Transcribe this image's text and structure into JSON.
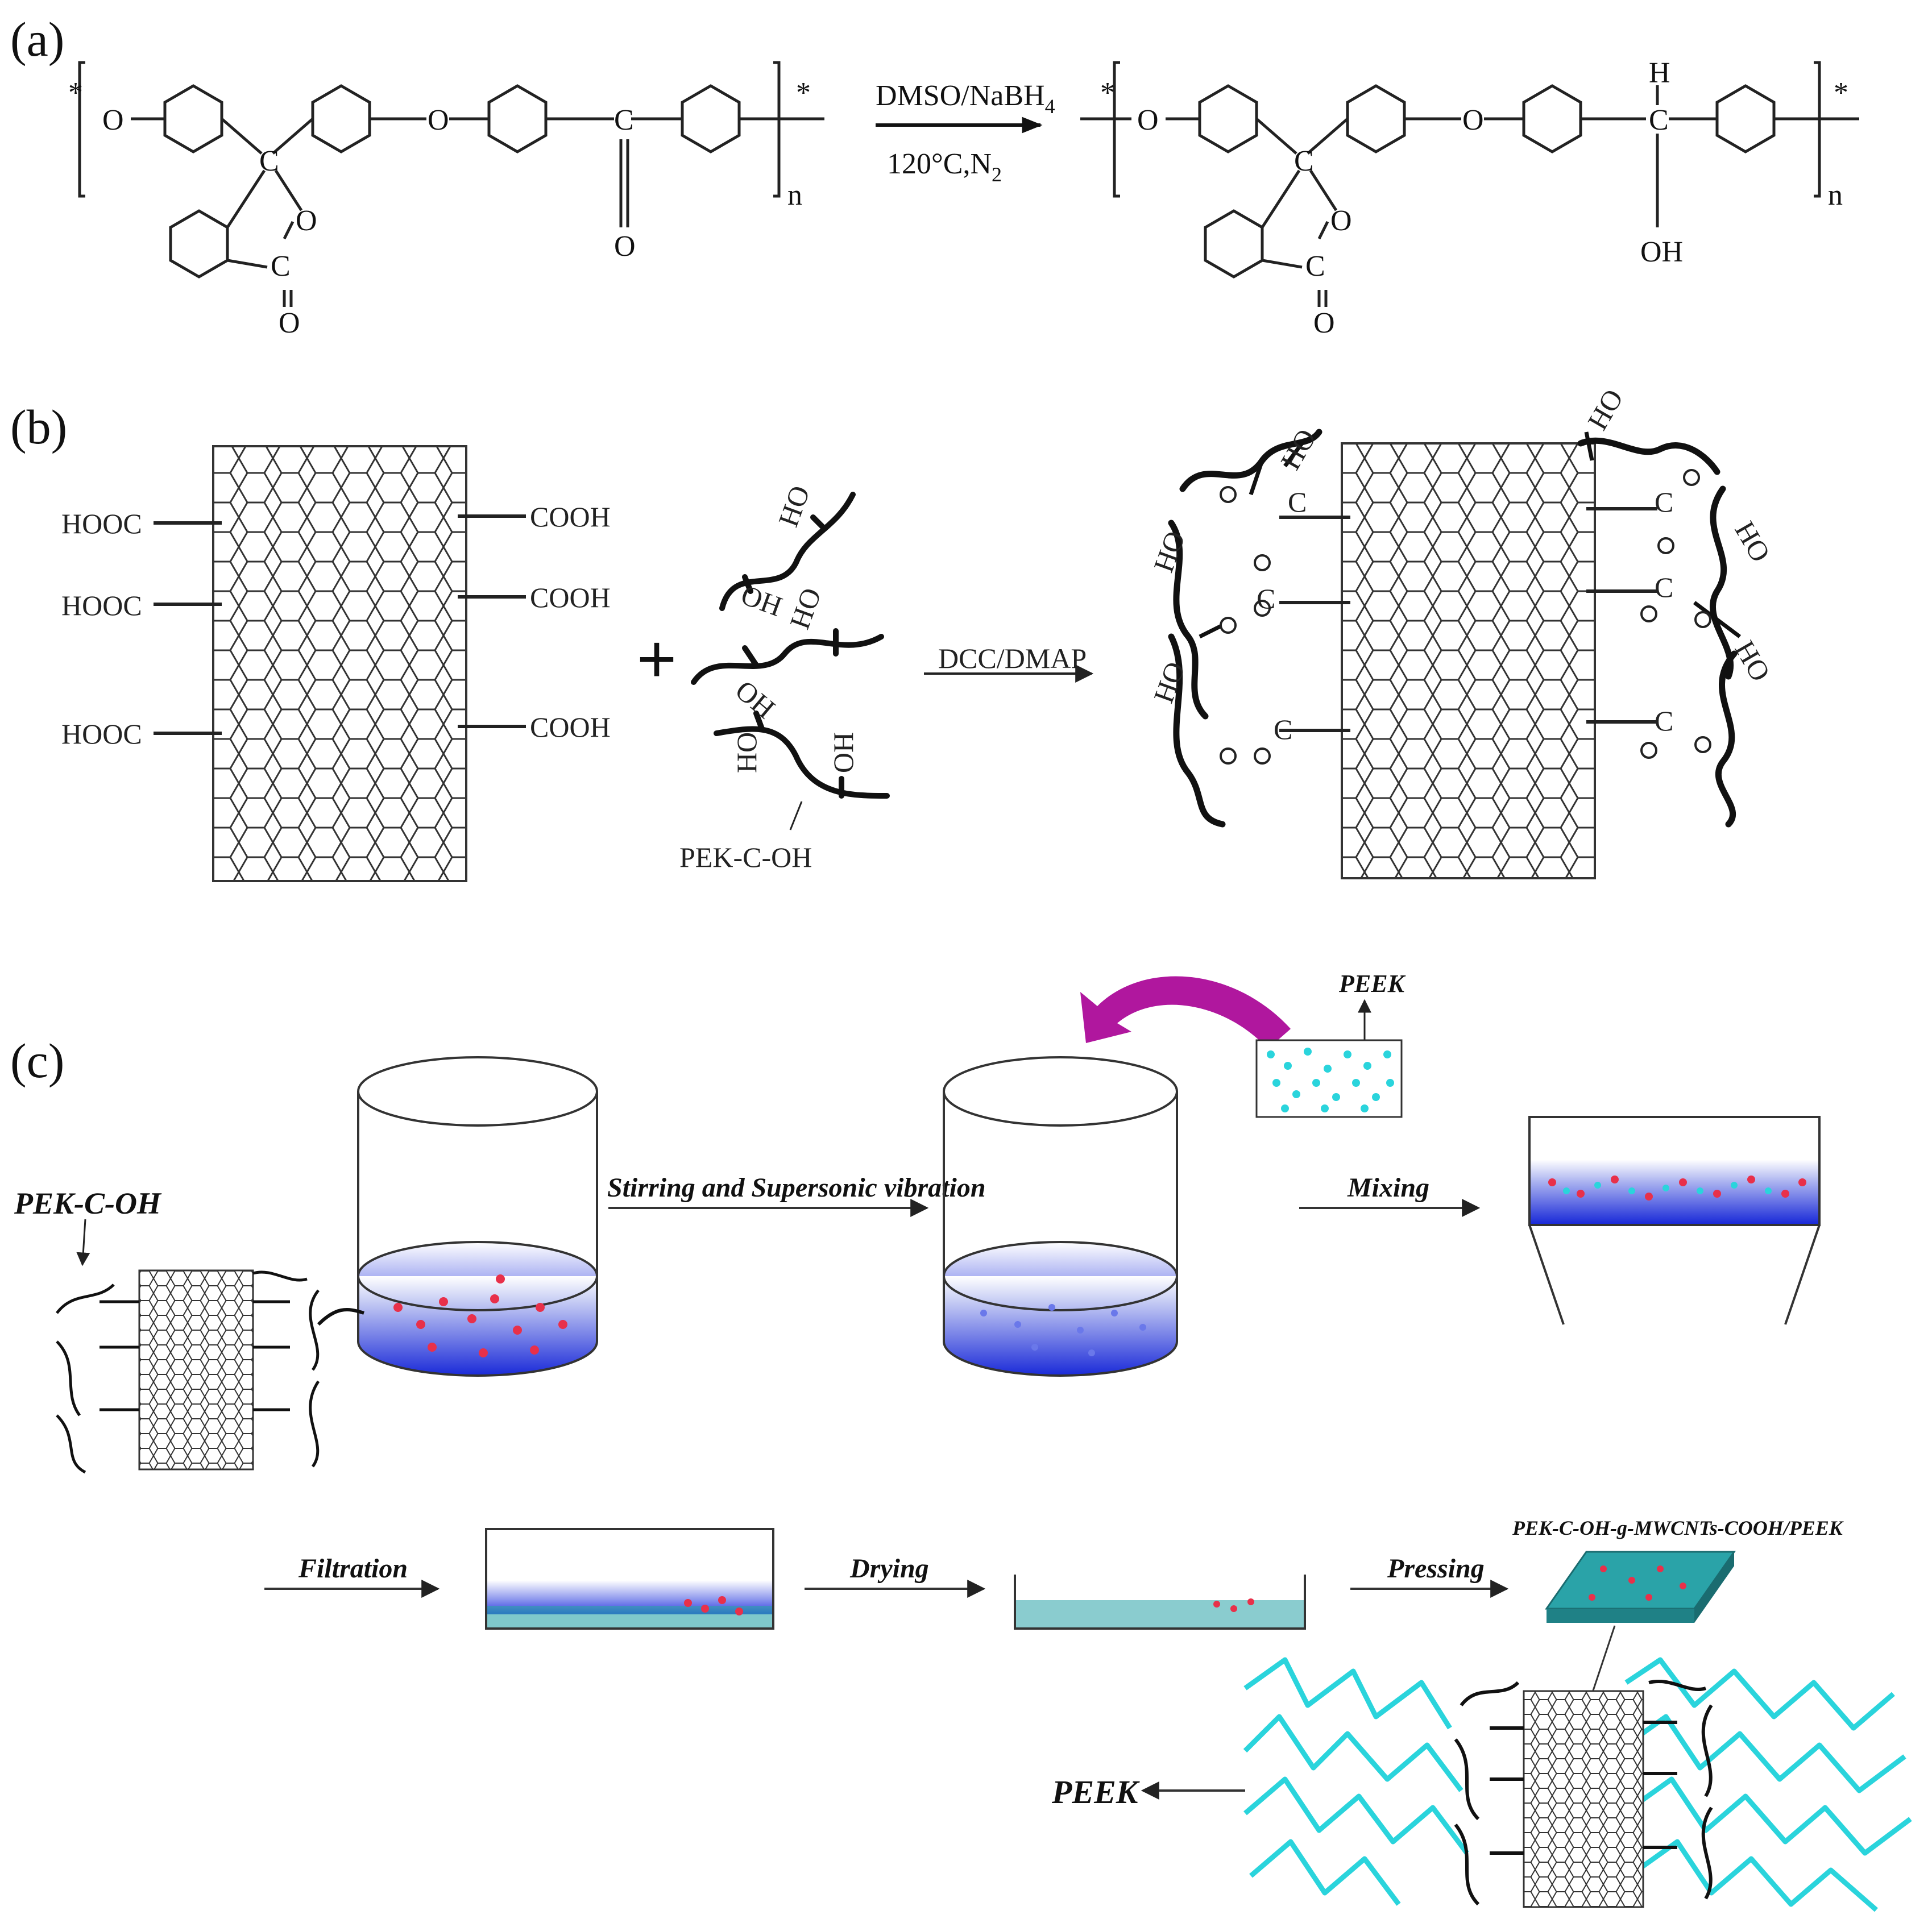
{
  "panels": {
    "a": {
      "label": "(a)",
      "reagent_top": "DMSO/NaBH",
      "reagent_top_sub": "4",
      "reagent_bottom": "120°C,N",
      "reagent_bottom_sub": "2",
      "atoms": {
        "O": "O",
        "C": "C",
        "H": "H",
        "OH": "OH",
        "star": "*",
        "n": "n"
      }
    },
    "b": {
      "label": "(b)",
      "cooh_left": "HOOC",
      "cooh_right": "COOH",
      "ho": "HO",
      "oh": "OH",
      "o": "O",
      "c": "C",
      "polymer": "PEK-C-OH",
      "reagent": "DCC/DMAP",
      "plus": "+"
    },
    "c": {
      "label": "(c)",
      "pek_label": "PEK-C-OH",
      "peek_label": "PEEK",
      "step_stirring": "Stirring and Supersonic vibration",
      "step_mixing": "Mixing",
      "step_filtration": "Filtration",
      "step_drying": "Drying",
      "step_pressing": "Pressing",
      "product": "PEK-C-OH-g-MWCNTs-COOH/PEEK",
      "peek_bottom": "PEEK"
    }
  },
  "colors": {
    "line": "#222222",
    "solution_blue": "#1a2ad8",
    "particle_red": "#e8304a",
    "peek_cyan": "#2ad4dc",
    "arrow_magenta": "#b0179e",
    "film_teal": "#2aa3a8"
  }
}
